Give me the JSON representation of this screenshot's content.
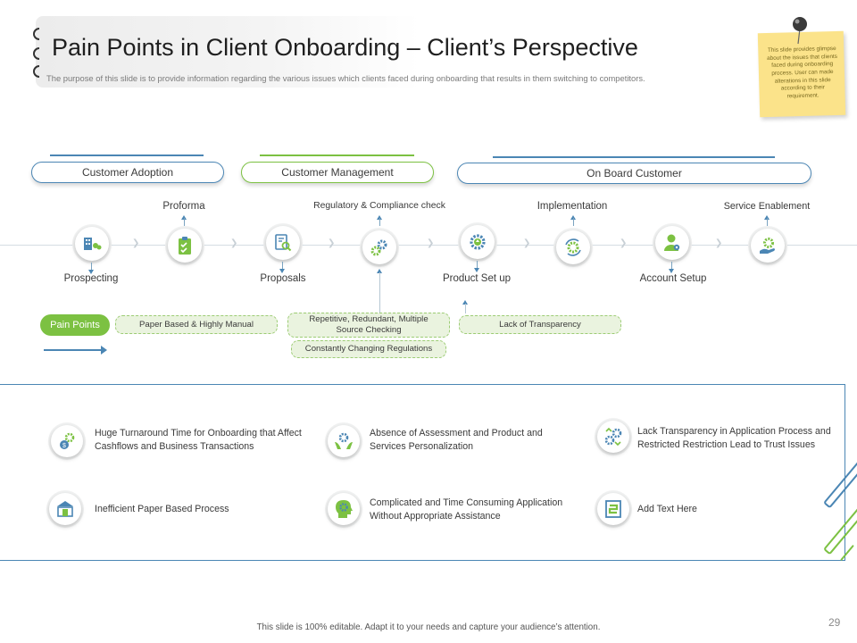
{
  "header": {
    "title": "Pain Points in Client Onboarding – Client’s Perspective",
    "subtitle": "The purpose of this slide is to provide information regarding the various issues which clients faced during onboarding that results in them switching to competitors."
  },
  "sticky_note": {
    "text": "This slide provides glimpse about the issues that clients faced during onboarding process. User can made alterations in this slide according to their requirement."
  },
  "categories": [
    {
      "label": "Customer Adoption"
    },
    {
      "label": "Customer Management"
    },
    {
      "label": "On Board Customer"
    }
  ],
  "steps": {
    "prospecting": "Prospecting",
    "proforma": "Proforma",
    "proposals": "Proposals",
    "regulatory": "Regulatory & Compliance check",
    "product_setup": "Product Set up",
    "implementation": "Implementation",
    "account_setup": "Account Setup",
    "service_enablement": "Service Enablement"
  },
  "pain_points": {
    "label": "Pain Points",
    "paper_based": "Paper Based & Highly Manual",
    "repetitive": "Repetitive, Redundant, Multiple Source Checking",
    "changing_regulations": "Constantly Changing Regulations",
    "lack_transparency": "Lack of Transparency"
  },
  "issues": [
    {
      "text": "Huge Turnaround Time for Onboarding that Affect Cashflows and Business Transactions",
      "icon": "cash-gear-icon"
    },
    {
      "text": "Absence of Assessment and Product and Services Personalization",
      "icon": "hands-gear-icon"
    },
    {
      "text": "Lack Transparency in Application Process and Restricted Restriction Lead to Trust Issues",
      "icon": "gears-icon"
    },
    {
      "text": "Inefficient Paper Based Process",
      "icon": "bank-icon"
    },
    {
      "text": "Complicated and Time Consuming Application Without Appropriate Assistance",
      "icon": "head-gear-icon"
    },
    {
      "text": "Add Text Here",
      "icon": "document-icon"
    }
  ],
  "footer": {
    "text": "This slide is 100% editable. Adapt it to your needs and capture your audience’s attention.",
    "page_number": "29"
  },
  "colors": {
    "accent_blue": "#4b86b4",
    "accent_green": "#7cc142",
    "sticky_yellow": "#fbe38a"
  }
}
